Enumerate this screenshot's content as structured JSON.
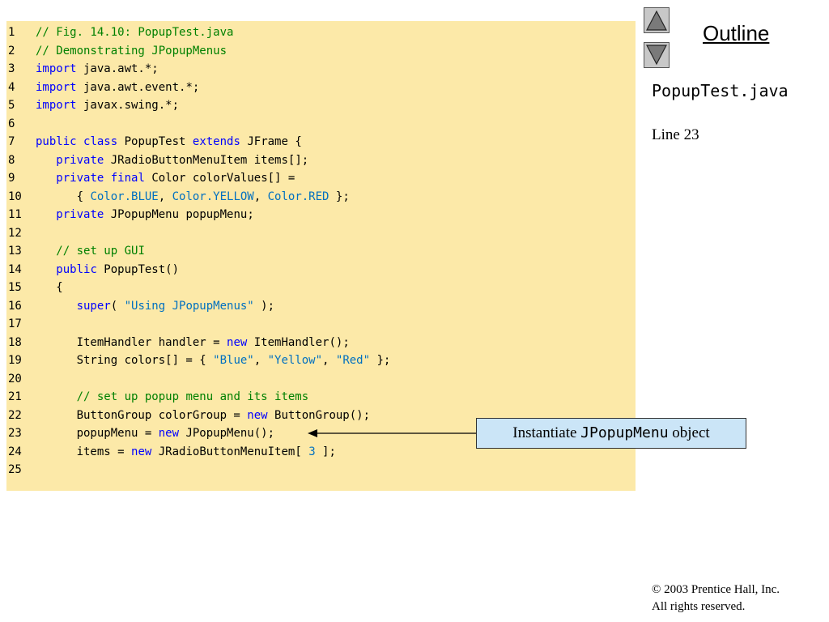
{
  "navigation": {
    "up_icon": "triangle-up-icon",
    "down_icon": "triangle-down-icon"
  },
  "sidebar": {
    "outline_title": "Outline",
    "file_name": "PopupTest.java",
    "line_ref": "Line 23"
  },
  "callout": {
    "text_before": "Instantiate ",
    "code": "JPopupMenu",
    "text_after": " object"
  },
  "footer": {
    "copyright_symbol": "©",
    "copyright_text": " 2003 Prentice Hall, Inc.",
    "rights": "All rights reserved."
  },
  "code": {
    "lines": [
      [
        {
          "t": "1",
          "k": "ln"
        },
        {
          "t": "// Fig. 14.10: PopupTest.java",
          "k": "cm"
        }
      ],
      [
        {
          "t": "2",
          "k": "ln"
        },
        {
          "t": "// Demonstrating JPopupMenus",
          "k": "cm"
        }
      ],
      [
        {
          "t": "3",
          "k": "ln"
        },
        {
          "t": "import",
          "k": "kw"
        },
        {
          "t": " java.awt.*;",
          "k": "n"
        }
      ],
      [
        {
          "t": "4",
          "k": "ln"
        },
        {
          "t": "import",
          "k": "kw"
        },
        {
          "t": " java.awt.event.*;",
          "k": "n"
        }
      ],
      [
        {
          "t": "5",
          "k": "ln"
        },
        {
          "t": "import",
          "k": "kw"
        },
        {
          "t": " javax.swing.*;",
          "k": "n"
        }
      ],
      [
        {
          "t": "6",
          "k": "ln"
        }
      ],
      [
        {
          "t": "7",
          "k": "ln"
        },
        {
          "t": "public",
          "k": "kw"
        },
        {
          "t": " ",
          "k": "n"
        },
        {
          "t": "class",
          "k": "kw"
        },
        {
          "t": " PopupTest ",
          "k": "n"
        },
        {
          "t": "extends",
          "k": "kw"
        },
        {
          "t": " JFrame {",
          "k": "n"
        }
      ],
      [
        {
          "t": "8",
          "k": "ln"
        },
        {
          "t": "   ",
          "k": "n"
        },
        {
          "t": "private",
          "k": "kw"
        },
        {
          "t": " JRadioButtonMenuItem items[];",
          "k": "n"
        }
      ],
      [
        {
          "t": "9",
          "k": "ln"
        },
        {
          "t": "   ",
          "k": "n"
        },
        {
          "t": "private",
          "k": "kw"
        },
        {
          "t": " ",
          "k": "n"
        },
        {
          "t": "final",
          "k": "kw"
        },
        {
          "t": " Color colorValues[] =",
          "k": "n"
        }
      ],
      [
        {
          "t": "10",
          "k": "ln"
        },
        {
          "t": "      { ",
          "k": "n"
        },
        {
          "t": "Color.BLUE",
          "k": "st"
        },
        {
          "t": ", ",
          "k": "n"
        },
        {
          "t": "Color.YELLOW",
          "k": "st"
        },
        {
          "t": ", ",
          "k": "n"
        },
        {
          "t": "Color.RED",
          "k": "st"
        },
        {
          "t": " };",
          "k": "n"
        }
      ],
      [
        {
          "t": "11",
          "k": "ln"
        },
        {
          "t": "   ",
          "k": "n"
        },
        {
          "t": "private",
          "k": "kw"
        },
        {
          "t": " JPopupMenu popupMenu;",
          "k": "n"
        }
      ],
      [
        {
          "t": "12",
          "k": "ln"
        }
      ],
      [
        {
          "t": "13",
          "k": "ln"
        },
        {
          "t": "   ",
          "k": "n"
        },
        {
          "t": "// set up GUI",
          "k": "cm"
        }
      ],
      [
        {
          "t": "14",
          "k": "ln"
        },
        {
          "t": "   ",
          "k": "n"
        },
        {
          "t": "public",
          "k": "kw"
        },
        {
          "t": " PopupTest()",
          "k": "n"
        }
      ],
      [
        {
          "t": "15",
          "k": "ln"
        },
        {
          "t": "   {",
          "k": "n"
        }
      ],
      [
        {
          "t": "16",
          "k": "ln"
        },
        {
          "t": "      ",
          "k": "n"
        },
        {
          "t": "super",
          "k": "kw"
        },
        {
          "t": "( ",
          "k": "n"
        },
        {
          "t": "\"Using JPopupMenus\"",
          "k": "st"
        },
        {
          "t": " );",
          "k": "n"
        }
      ],
      [
        {
          "t": "17",
          "k": "ln"
        }
      ],
      [
        {
          "t": "18",
          "k": "ln"
        },
        {
          "t": "      ItemHandler handler = ",
          "k": "n"
        },
        {
          "t": "new",
          "k": "kw"
        },
        {
          "t": " ItemHandler();",
          "k": "n"
        }
      ],
      [
        {
          "t": "19",
          "k": "ln"
        },
        {
          "t": "      String colors[] = { ",
          "k": "n"
        },
        {
          "t": "\"Blue\"",
          "k": "st"
        },
        {
          "t": ", ",
          "k": "n"
        },
        {
          "t": "\"Yellow\"",
          "k": "st"
        },
        {
          "t": ", ",
          "k": "n"
        },
        {
          "t": "\"Red\"",
          "k": "st"
        },
        {
          "t": " };",
          "k": "n"
        }
      ],
      [
        {
          "t": "20",
          "k": "ln"
        }
      ],
      [
        {
          "t": "21",
          "k": "ln"
        },
        {
          "t": "      ",
          "k": "n"
        },
        {
          "t": "// set up popup menu and its items",
          "k": "cm"
        }
      ],
      [
        {
          "t": "22",
          "k": "ln"
        },
        {
          "t": "      ButtonGroup colorGroup = ",
          "k": "n"
        },
        {
          "t": "new",
          "k": "kw"
        },
        {
          "t": " ButtonGroup();",
          "k": "n"
        }
      ],
      [
        {
          "t": "23",
          "k": "ln"
        },
        {
          "t": "      popupMenu = ",
          "k": "n"
        },
        {
          "t": "new",
          "k": "kw"
        },
        {
          "t": " JPopupMenu();",
          "k": "n"
        }
      ],
      [
        {
          "t": "24",
          "k": "ln"
        },
        {
          "t": "      items = ",
          "k": "n"
        },
        {
          "t": "new",
          "k": "kw"
        },
        {
          "t": " JRadioButtonMenuItem[ ",
          "k": "n"
        },
        {
          "t": "3",
          "k": "st"
        },
        {
          "t": " ];",
          "k": "n"
        }
      ],
      [
        {
          "t": "25",
          "k": "ln"
        }
      ]
    ]
  }
}
